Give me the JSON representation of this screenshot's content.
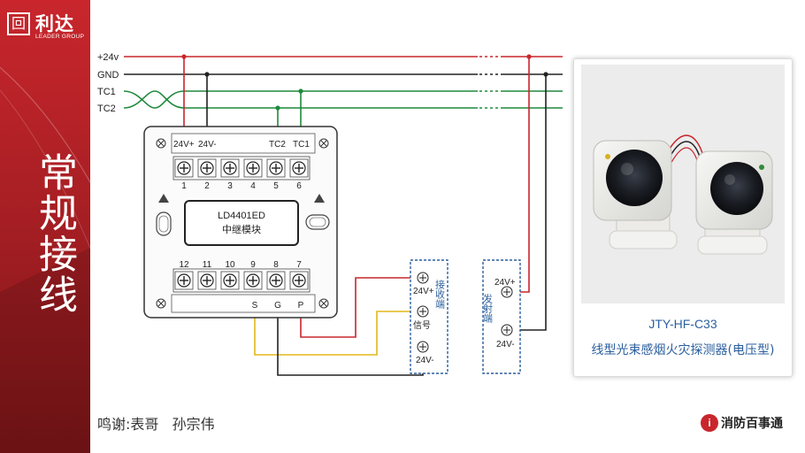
{
  "logo": {
    "mark": "回",
    "name": "利达",
    "sub": "LEADER GROUP"
  },
  "side_title": "常规接线",
  "buses": [
    "+24v",
    "GND",
    "TC1",
    "TC2"
  ],
  "module": {
    "name": "LD4401ED",
    "desc": "中继模块",
    "top_labels": [
      "24V+",
      "24V-",
      "TC2",
      "TC1"
    ],
    "top_terminals": [
      "1",
      "2",
      "3",
      "4",
      "5",
      "6"
    ],
    "bottom_terminals": [
      "12",
      "11",
      "10",
      "9",
      "8",
      "7"
    ],
    "bottom_labels": [
      "S",
      "G",
      "P"
    ]
  },
  "receiver": {
    "title": "接收端",
    "labels": [
      "24V+",
      "信号",
      "24V-"
    ]
  },
  "emitter": {
    "title": "发射端",
    "labels": [
      "24V+",
      "24V-"
    ]
  },
  "product": {
    "model": "JTY-HF-C33",
    "name": "线型光束感烟火灾探测器(电压型)"
  },
  "footer": {
    "thanks": "鸣谢:表哥   孙宗伟",
    "brand": "消防百事通",
    "brand_icon": "i"
  },
  "colors": {
    "red_wire": "#c8262c",
    "black_wire": "#222222",
    "green_wire": "#1e8a3c",
    "yellow_wire": "#e3b81c",
    "dashed_box": "#2b5f9e"
  }
}
